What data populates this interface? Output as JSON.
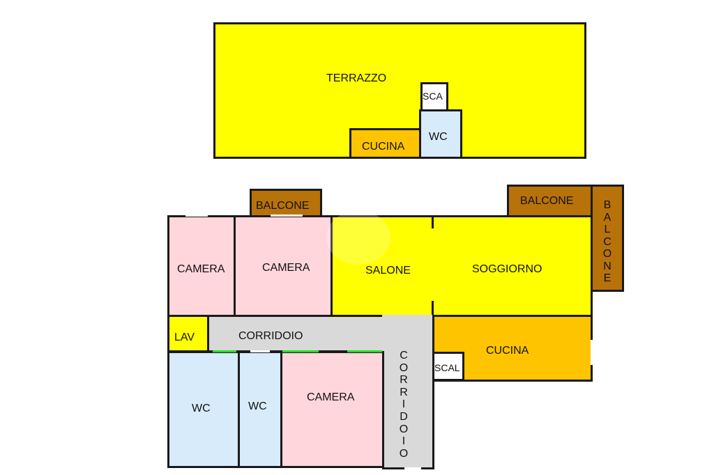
{
  "colors": {
    "terrace": "#ffff00",
    "bedroom": "#ffd6dc",
    "bathroom": "#d7ebfb",
    "kitchen": "#ffc400",
    "balcony": "#b8720a",
    "corridor": "#d9d9d9",
    "walls": "#1a1a1a",
    "door": "#22dd22"
  },
  "upper_floor": {
    "terrazzo": "TERRAZZO",
    "scala": "SCA",
    "cucina": "CUCINA",
    "wc": "WC"
  },
  "main_floor": {
    "balcone_left": "BALCONE",
    "balcone_right": "BALCONE",
    "balcone_side_letters": [
      "B",
      "A",
      "L",
      "C",
      "O",
      "N",
      "E"
    ],
    "camera_1": "CAMERA",
    "camera_2": "CAMERA",
    "salone": "SALONE",
    "soggiorno": "SOGGIORNO",
    "lavanderia": "LAV",
    "corridoio": "CORRIDOIO",
    "corridoio_vertical_letters": [
      "C",
      "O",
      "R",
      "R",
      "I",
      "D",
      "O",
      "I",
      "O"
    ],
    "cucina": "CUCINA",
    "scala": "SCAL",
    "wc_1": "WC",
    "wc_2": "WC",
    "camera_3": "CAMERA"
  }
}
